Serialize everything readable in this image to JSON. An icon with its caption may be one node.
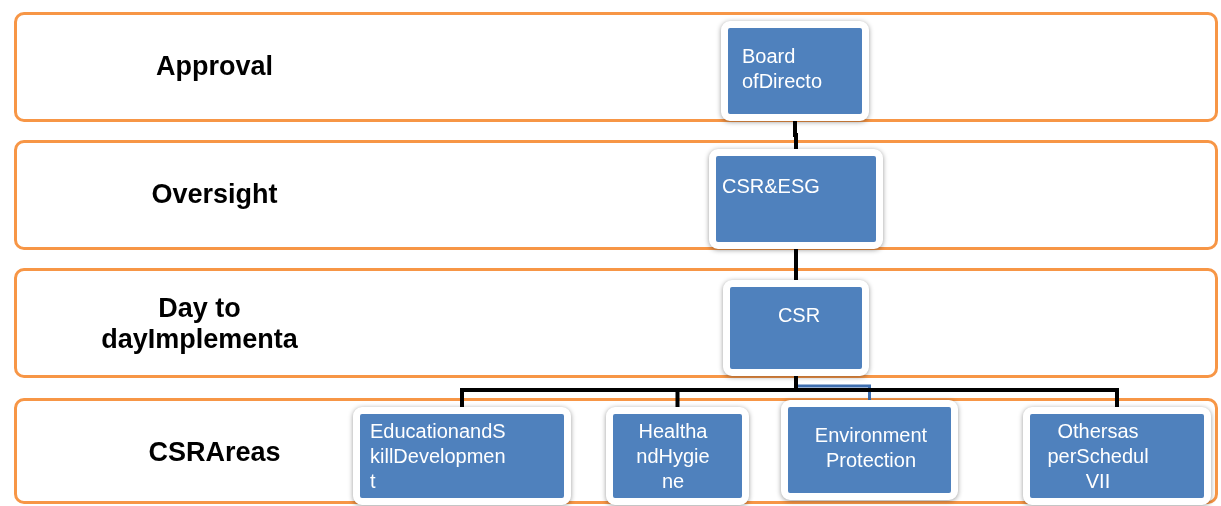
{
  "diagram": {
    "nodes": [
      {
        "text": [
          "Approval"
        ]
      },
      {
        "text": [
          "Board ofDirecto"
        ],
        "in": 0
      },
      {
        "text": [
          "Oversight"
        ]
      },
      {
        "text": [
          "CSR&ESG"
        ],
        "in": 2
      },
      {
        "text": [
          "Day to dayImplementa"
        ]
      },
      {
        "text": [
          "CSR"
        ],
        "in": 4
      },
      {
        "text": [
          "CSRAreas"
        ]
      },
      {
        "text": [
          "EducationandS killDevelopmen t"
        ],
        "in": 6
      },
      {
        "text": [
          "Healtha ndHygie ne"
        ],
        "in": 6
      },
      {
        "text": [
          "Environment Protection"
        ],
        "in": 6
      },
      {
        "text": [
          "Othersas perSchedul VII"
        ],
        "in": 6
      }
    ],
    "edges": [
      {
        "from": 1,
        "to": 3,
        "arrow": "none"
      },
      {
        "from": 3,
        "to": 5,
        "arrow": "none"
      },
      {
        "from": 5,
        "to": 7,
        "arrow": "none"
      },
      {
        "from": 5,
        "to": 8,
        "arrow": "none"
      },
      {
        "from": 5,
        "to": 9,
        "arrow": "none",
        "color": "#3f6fb0"
      },
      {
        "from": 5,
        "to": 10,
        "arrow": "none"
      }
    ]
  }
}
